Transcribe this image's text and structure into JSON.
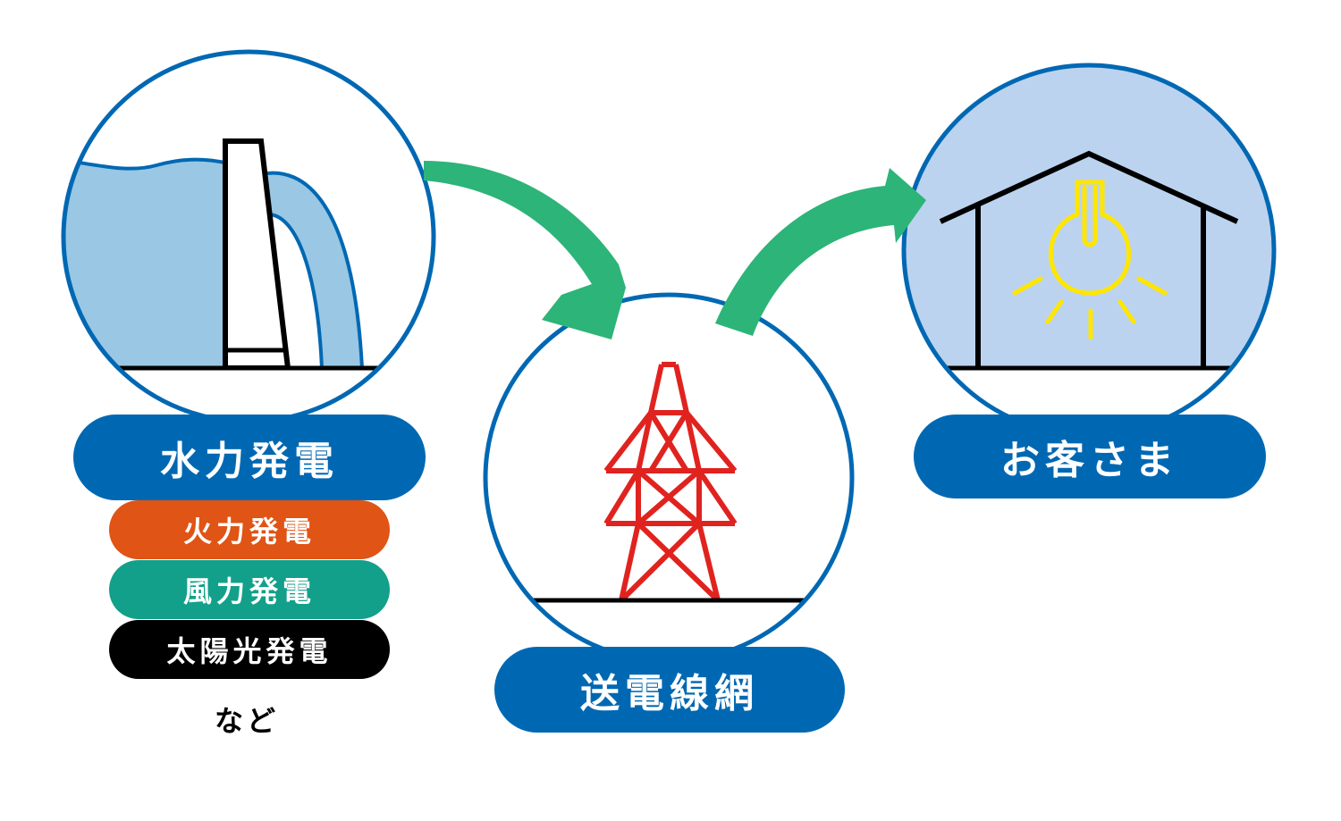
{
  "flow": {
    "source": {
      "label": "水力発電",
      "alternatives": [
        {
          "label": "火力発電",
          "color": "#e05415"
        },
        {
          "label": "風力発電",
          "color": "#12a08a"
        },
        {
          "label": "太陽光発電",
          "color": "#000000"
        }
      ],
      "etc": "など"
    },
    "network": {
      "label": "送電線網"
    },
    "customer": {
      "label": "お客さま"
    }
  },
  "colors": {
    "circle_stroke": "#0068b3",
    "label_fill": "#0068b3",
    "arrow": "#2db478",
    "water": "#99c7e4",
    "tower": "#e0231f",
    "bulb": "#ffe600",
    "house_sky": "#bcd3ef"
  }
}
